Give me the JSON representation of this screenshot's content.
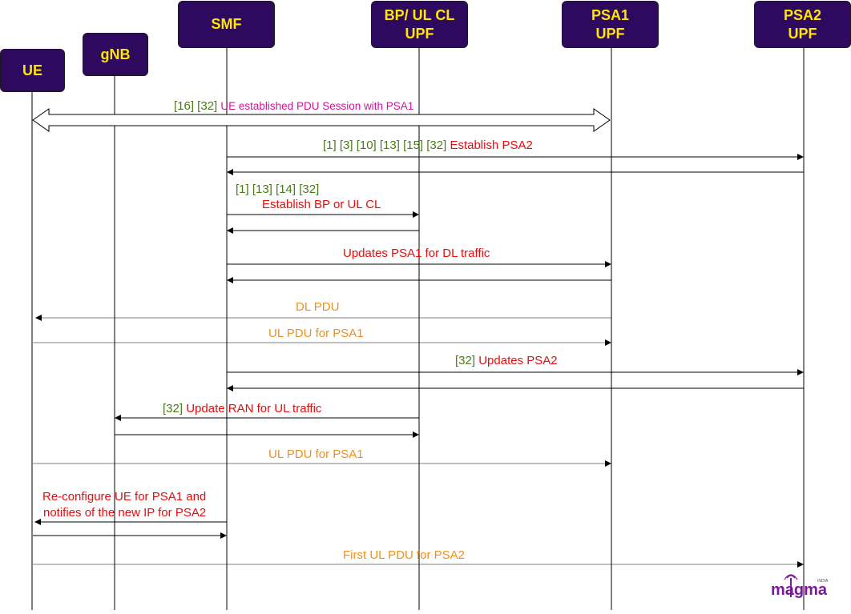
{
  "participants": [
    {
      "id": "ue",
      "lines": [
        "UE"
      ]
    },
    {
      "id": "gnb",
      "lines": [
        "gNB"
      ]
    },
    {
      "id": "smf",
      "lines": [
        "SMF"
      ]
    },
    {
      "id": "bpulcl",
      "lines": [
        "BP/ UL CL",
        "UPF"
      ]
    },
    {
      "id": "psa1",
      "lines": [
        "PSA1",
        "UPF"
      ]
    },
    {
      "id": "psa2",
      "lines": [
        "PSA2",
        "UPF"
      ]
    }
  ],
  "messages": {
    "m0": {
      "refs": "[16] [32]",
      "text": "UE established PDU Session with PSA1"
    },
    "m1": {
      "refs": "[1] [3] [10] [13] [15] [32]",
      "text": "Establish PSA2"
    },
    "m2": {
      "refs": "[1] [13] [14] [32]",
      "text": "Establish BP or UL CL"
    },
    "m3": {
      "text": "Updates PSA1 for DL traffic"
    },
    "m4": {
      "text": "DL PDU"
    },
    "m5": {
      "text": "UL PDU for PSA1"
    },
    "m6": {
      "refs": "[32]",
      "text": "Updates PSA2"
    },
    "m7": {
      "refs": "[32]",
      "text": "Update RAN for UL traffic"
    },
    "m8": {
      "text": "UL PDU for PSA1"
    },
    "m9": {
      "line1": "Re-configure UE for PSA1 and",
      "line2": "notifies of the new IP for PSA2"
    },
    "m10": {
      "text": "First UL PDU for PSA2"
    }
  },
  "logo": {
    "text": "magma",
    "region": "INDIA"
  },
  "colors": {
    "box_fill": "#2e0a5e",
    "box_text": "#ffe600",
    "refs": "#4a7a1a",
    "action": "#e80c0c",
    "data_flow": "#f0901a",
    "note": "#d0139a"
  }
}
